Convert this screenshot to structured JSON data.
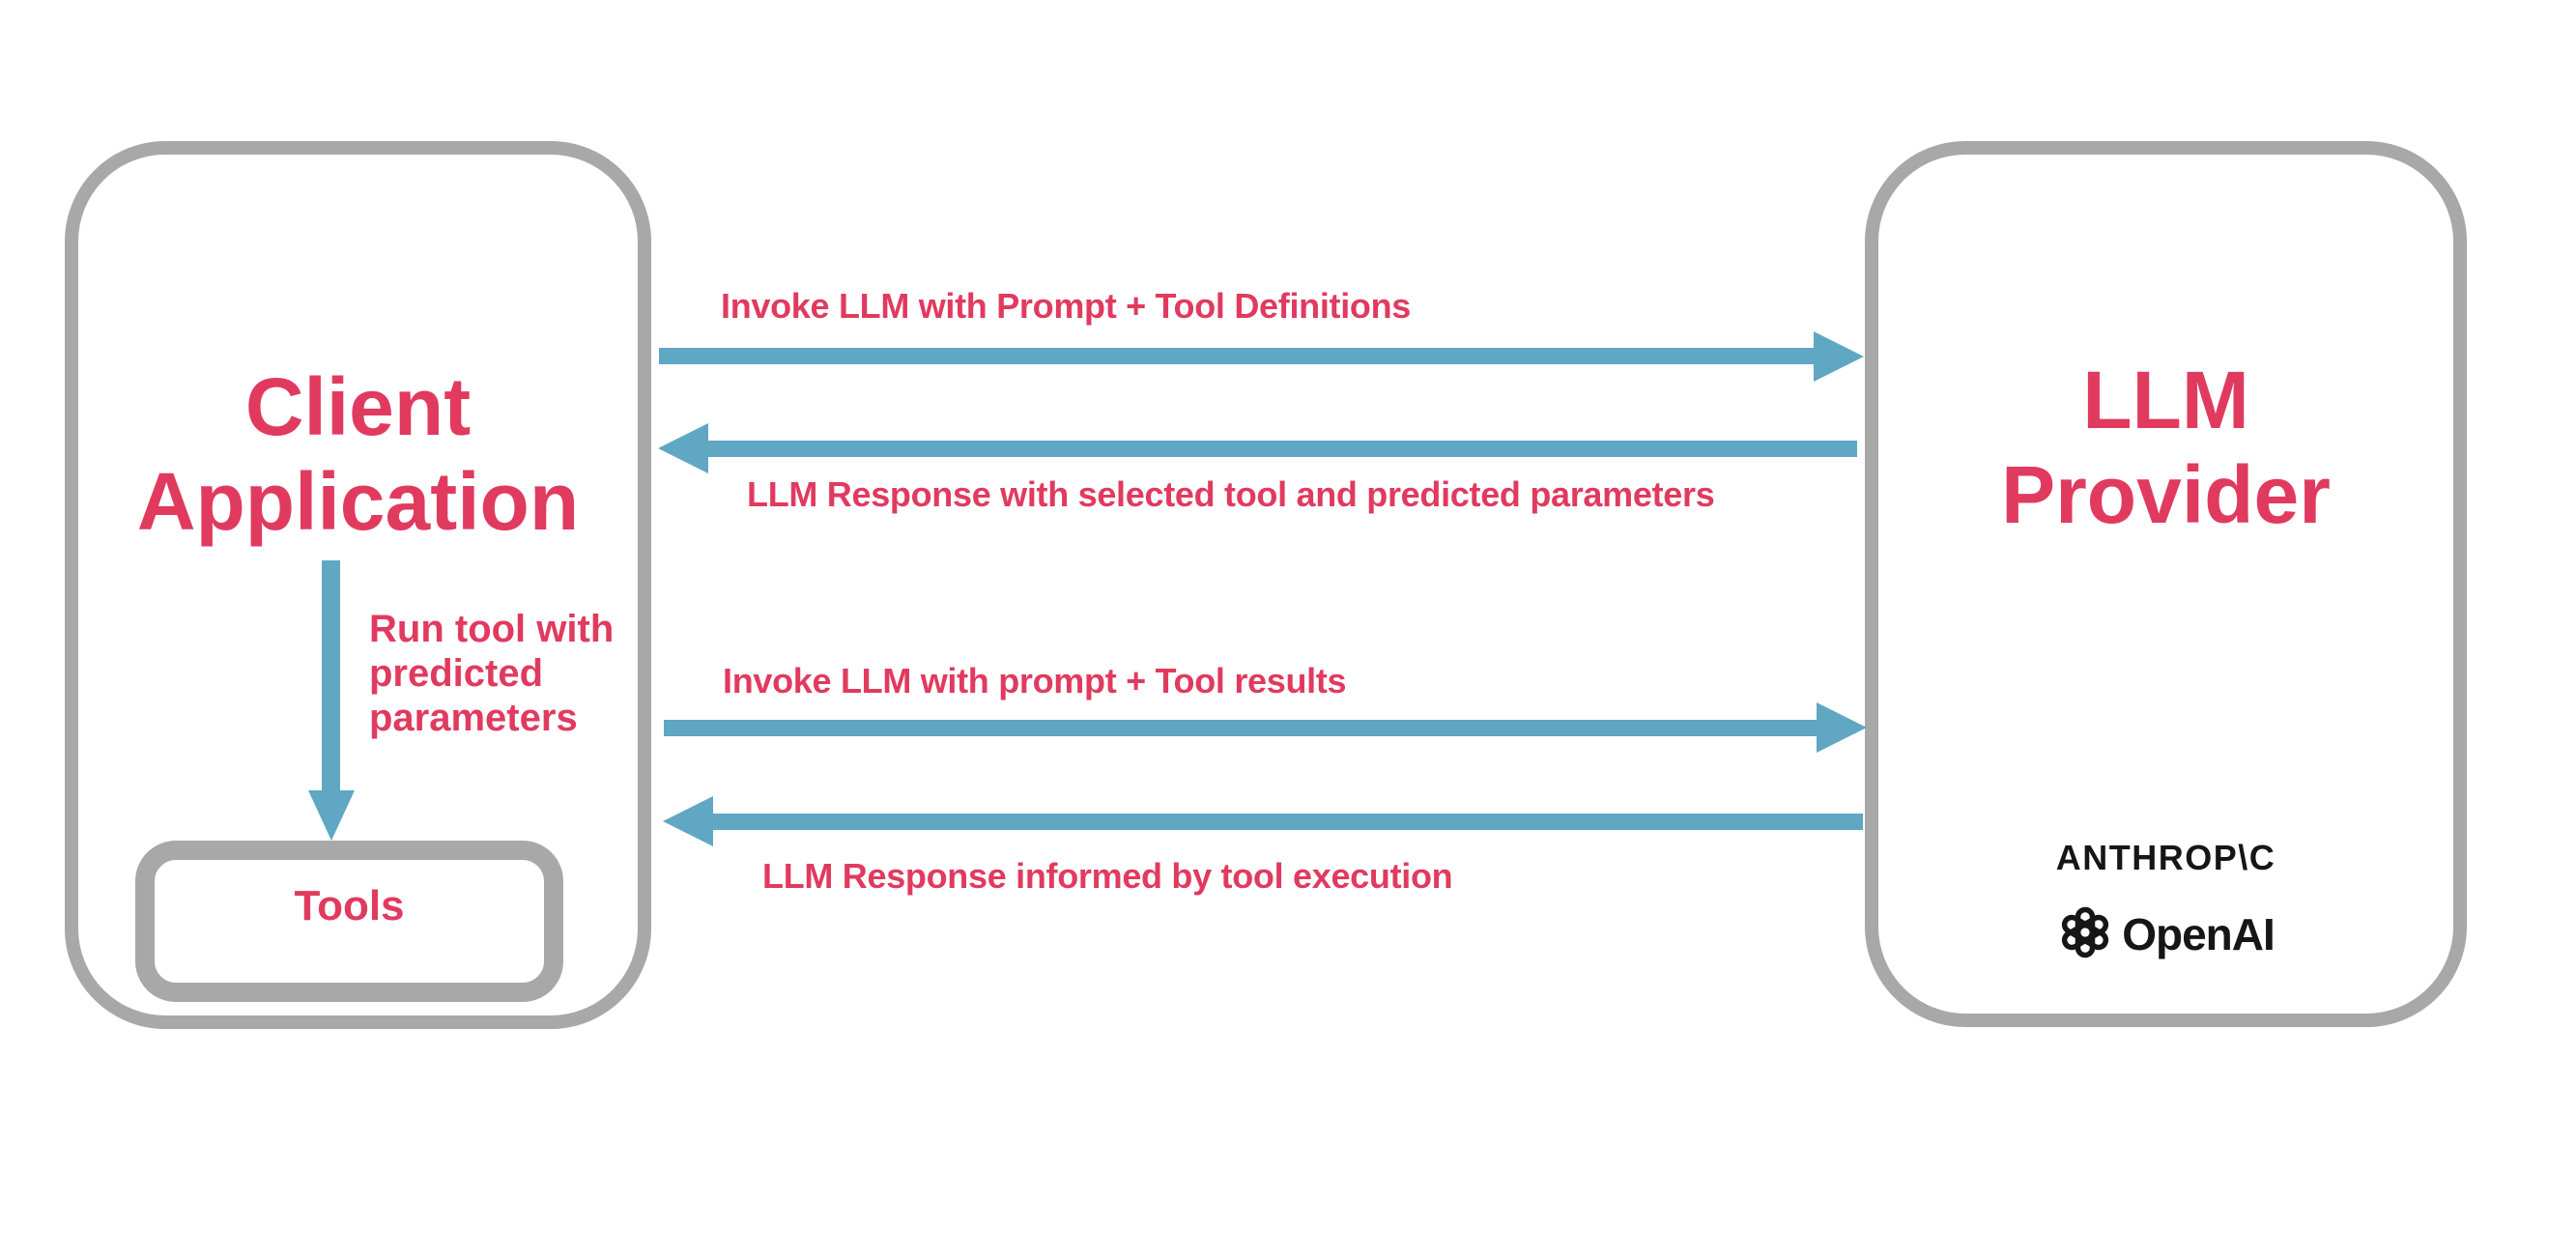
{
  "colors": {
    "accent_pink": "#E13A5F",
    "arrow_blue": "#5FA7C3",
    "border_gray": "#A8A8A8",
    "logo_black": "#161616",
    "background": "#FFFFFF"
  },
  "client_box": {
    "title_lines": [
      "Client",
      "Application"
    ],
    "tools_label": "Tools"
  },
  "llm_box": {
    "title_lines": [
      "LLM",
      "Provider"
    ],
    "anthropic_wordmark": "ANTHROP\\C",
    "openai_wordmark": "OpenAI",
    "openai_icon": "openai-logo-icon"
  },
  "arrows": [
    {
      "id": "invoke-with-definitions",
      "direction": "left-to-right",
      "label": "Invoke LLM with Prompt + Tool Definitions"
    },
    {
      "id": "response-selected-tool",
      "direction": "right-to-left",
      "label": "LLM Response with selected tool and predicted parameters"
    },
    {
      "id": "run-tool",
      "direction": "top-to-bottom",
      "label_lines": [
        "Run tool with",
        "predicted",
        "parameters"
      ]
    },
    {
      "id": "invoke-with-results",
      "direction": "left-to-right",
      "label": "Invoke LLM with prompt + Tool results"
    },
    {
      "id": "response-informed",
      "direction": "right-to-left",
      "label": "LLM Response informed by tool execution"
    }
  ]
}
